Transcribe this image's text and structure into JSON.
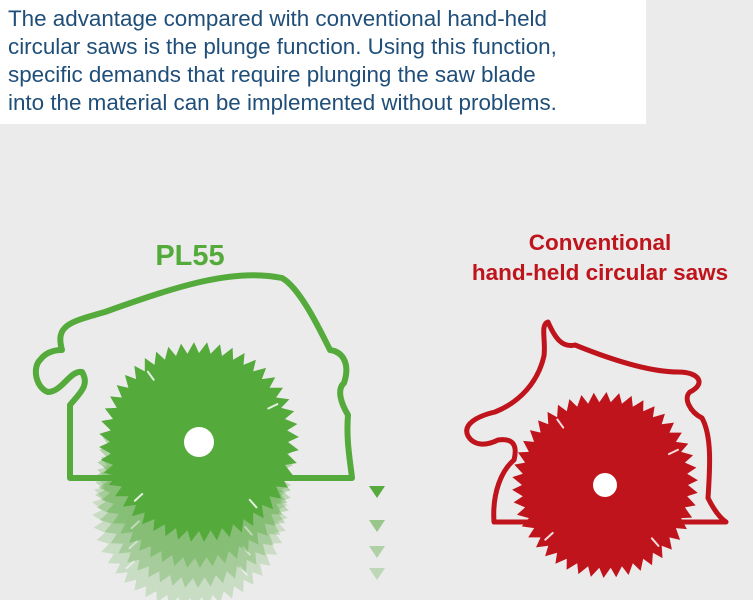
{
  "intro": {
    "text": "The advantage compared with conventional hand-held\ncircular saws is the plunge function. Using this function,\nspecific demands that require plunging the saw blade\ninto the material can be implemented without problems."
  },
  "pl55": {
    "label": "PL55",
    "color": "#55aa3c"
  },
  "conventional": {
    "label": "Conventional\nhand-held circular saws",
    "color": "#c0141c"
  }
}
